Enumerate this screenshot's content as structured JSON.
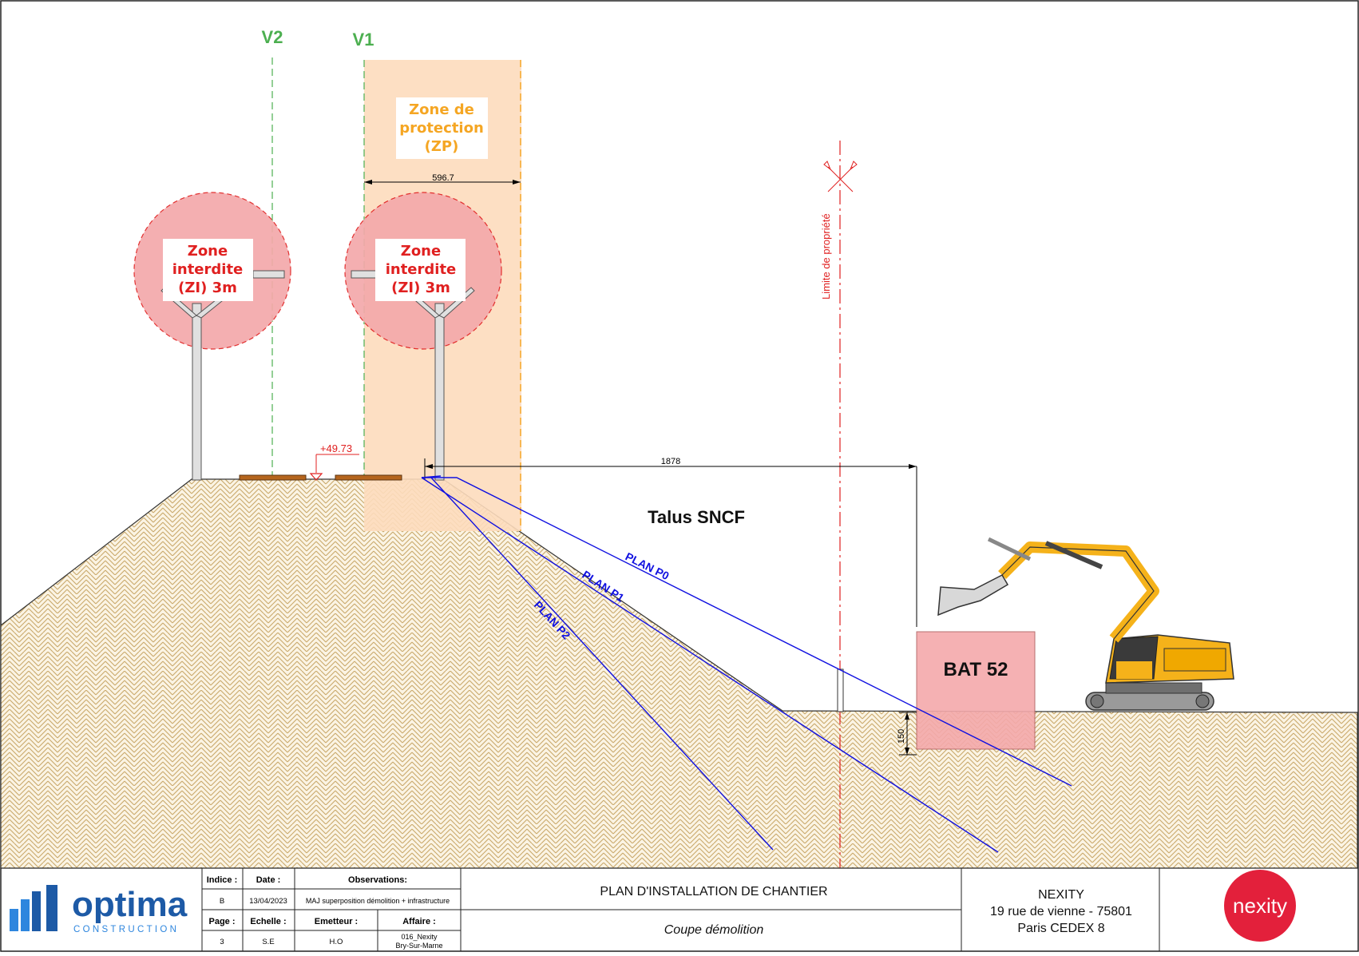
{
  "drawing": {
    "axis_v2": "V2",
    "axis_v1": "V1",
    "zp_line1": "Zone de",
    "zp_line2": "protection",
    "zp_line3": "(ZP)",
    "dim_zp": "596.7",
    "zi_line1": "Zone",
    "zi_line2": "interdite",
    "zi_line3": "(ZI) 3m",
    "property_limit": "Limite de propriété",
    "elevation": "+49.73",
    "dim_distance": "1878",
    "talus_label": "Talus SNCF",
    "plan_p0": "PLAN P0",
    "plan_p1": "PLAN P1",
    "plan_p2": "PLAN P2",
    "building_label": "BAT 52",
    "dim_depth": "150"
  },
  "colors": {
    "zone_interdite": "#f4a9ab",
    "zone_protection": "#fddcbc",
    "axis_green": "#4caf50",
    "dashed_orange": "#f5a623",
    "red_text": "#e02020",
    "plan_blue": "#1010e0",
    "hatch": "#c9a86a",
    "excavator": "#f5b21a",
    "nexity_red": "#e3203b",
    "optima_blue": "#1d5aa6"
  },
  "title_block": {
    "logo_left_name": "optima",
    "logo_left_sub": "CONSTRUCTION",
    "headers_top": {
      "indice": "Indice :",
      "date": "Date :",
      "observations": "Observations:"
    },
    "row_top": {
      "indice": "B",
      "date": "13/04/2023",
      "observations": "MAJ superposition démolition + infrastructure"
    },
    "headers_bottom": {
      "page": "Page :",
      "echelle": "Echelle :",
      "emetteur": "Emetteur :",
      "affaire": "Affaire :"
    },
    "row_bottom": {
      "page": "3",
      "echelle": "S.E",
      "emetteur": "H.O",
      "affaire_line1": "016_Nexity",
      "affaire_line2": "Bry-Sur-Marne"
    },
    "main_title": "PLAN D'INSTALLATION DE CHANTIER",
    "subtitle": "Coupe démolition",
    "client_name": "NEXITY",
    "client_address1": "19 rue de vienne - 75801",
    "client_address2": "Paris CEDEX 8",
    "logo_right": "nexity"
  }
}
